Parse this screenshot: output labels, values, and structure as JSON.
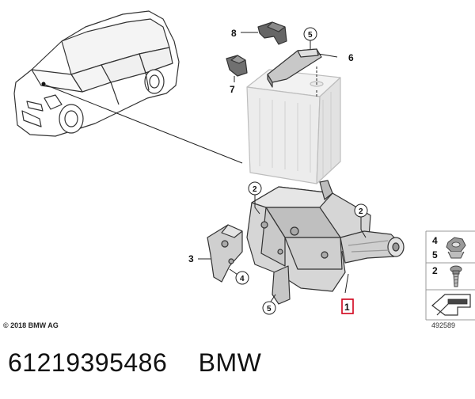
{
  "diagram": {
    "callouts": {
      "c1": "1",
      "c2a": "2",
      "c2b": "2",
      "c3": "3",
      "c4": "4",
      "c5a": "5",
      "c5b": "5",
      "c6": "6",
      "c7": "7",
      "c8": "8"
    },
    "legend": {
      "l4": "4",
      "l5": "5",
      "l2": "2"
    },
    "copyright": "© 2018 BMW AG",
    "diagram_id": "492589"
  },
  "footer": {
    "part_number": "61219395486",
    "brand": "BMW"
  },
  "colors": {
    "line": "#2b2b2b",
    "part_fill": "#d6d6d6",
    "battery_fill": "#ececec",
    "highlight_box": "#d0021b"
  }
}
